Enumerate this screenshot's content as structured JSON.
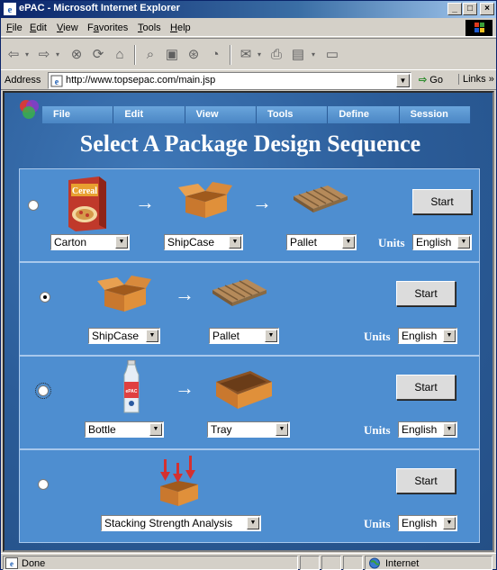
{
  "window": {
    "title": "ePAC - Microsoft Internet Explorer"
  },
  "menubar": [
    {
      "label": "File",
      "ul": "F"
    },
    {
      "label": "Edit",
      "ul": "E"
    },
    {
      "label": "View",
      "ul": "V"
    },
    {
      "label": "Favorites",
      "ul": "a"
    },
    {
      "label": "Tools",
      "ul": "T"
    },
    {
      "label": "Help",
      "ul": "H"
    }
  ],
  "address": {
    "label": "Address",
    "url": "http://www.topsepac.com/main.jsp",
    "go": "Go",
    "links": "Links"
  },
  "app_menu": [
    "File",
    "Edit",
    "View",
    "Tools",
    "Define",
    "Session"
  ],
  "page_title": "Select A Package Design Sequence",
  "units_label": "Units",
  "start_label": "Start",
  "panels": [
    {
      "selected": false,
      "selects": [
        "Carton",
        "ShipCase",
        "Pallet"
      ],
      "units": "English"
    },
    {
      "selected": true,
      "selects": [
        "ShipCase",
        "Pallet"
      ],
      "units": "English"
    },
    {
      "selected": false,
      "selects": [
        "Bottle",
        "Tray"
      ],
      "units": "English"
    },
    {
      "selected": false,
      "selects": [
        "Stacking Strength Analysis"
      ],
      "units": "English"
    }
  ],
  "carton_text": "Cereal",
  "bottle_text": "ePAC",
  "status": {
    "text": "Done",
    "zone": "Internet"
  },
  "colors": {
    "accent": "#2b5c98",
    "panel": "#4e8ed0",
    "title_text": "#ffffff"
  }
}
